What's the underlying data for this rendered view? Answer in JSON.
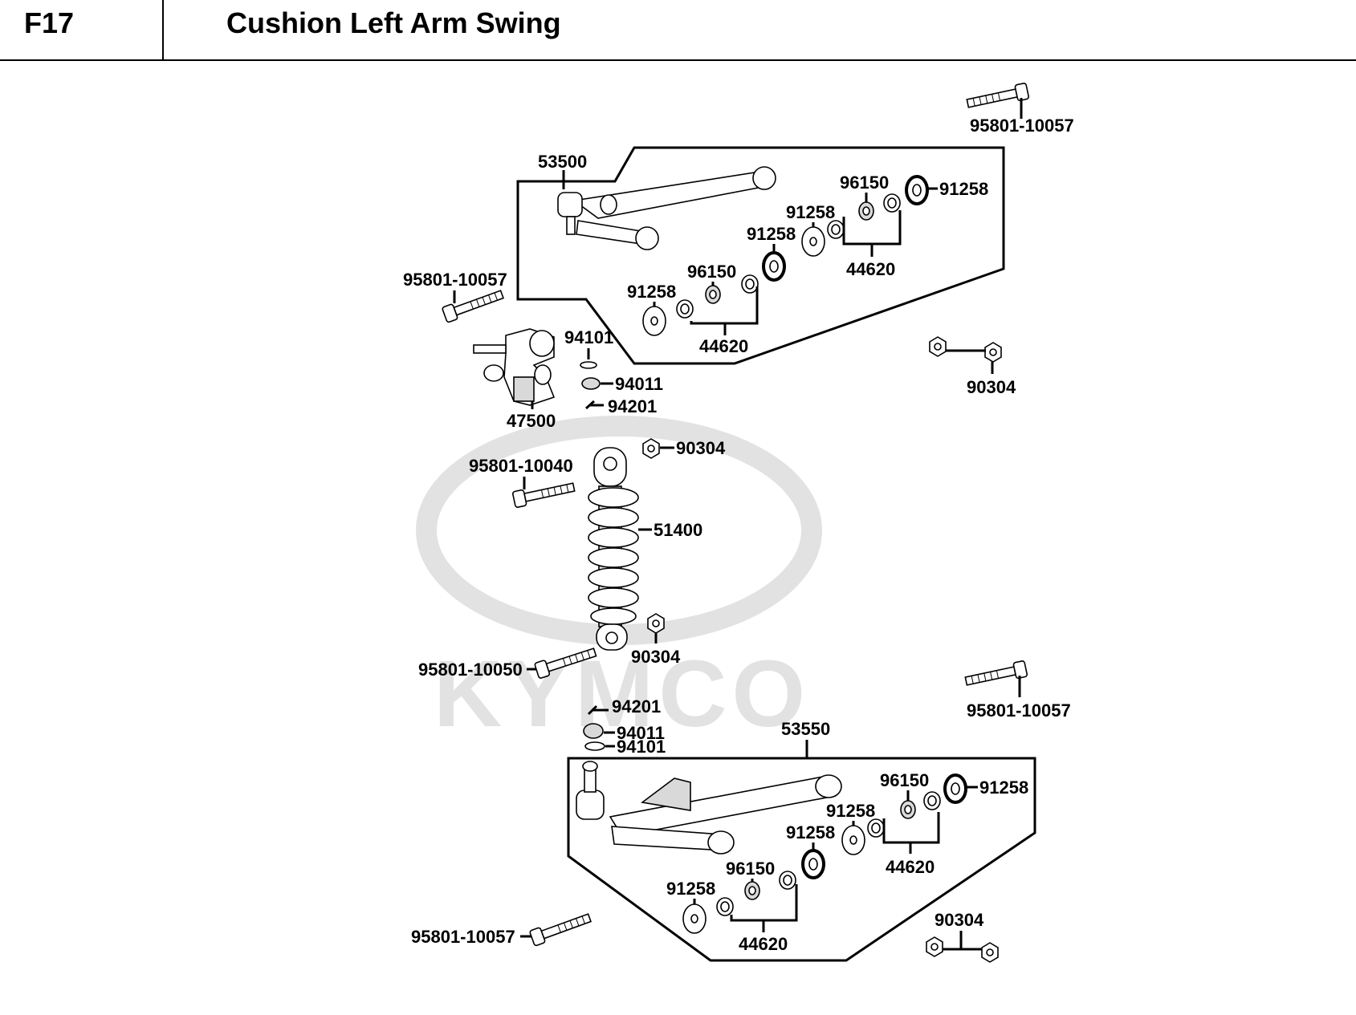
{
  "header": {
    "code": "F17",
    "title": "Cushion  Left Arm Swing"
  },
  "watermark": {
    "text": "KYMCO",
    "color": "#e2e2e2"
  },
  "labels": {
    "bolt_top_right": "95801-10057",
    "arm_upper": "53500",
    "bolt_upper_left": "95801-10057",
    "u_96150_a": "96150",
    "u_91258_a": "91258",
    "u_91258_b": "91258",
    "u_91258_c": "91258",
    "u_44620_a": "44620",
    "u_96150_b": "96150",
    "u_91258_d": "91258",
    "u_44620_b": "44620",
    "nut_upper": "90304",
    "w_94101_a": "94101",
    "n_94011_a": "94011",
    "p_94201_a": "94201",
    "knuckle": "47500",
    "nut_shock_top": "90304",
    "bolt_shock_top": "95801-10040",
    "shock": "51400",
    "nut_shock_bottom": "90304",
    "bolt_shock_bottom": "95801-10050",
    "p_94201_b": "94201",
    "n_94011_b": "94011",
    "w_94101_b": "94101",
    "bolt_lower_right": "95801-10057",
    "arm_lower": "53550",
    "l_96150_a": "96150",
    "l_91258_a": "91258",
    "l_91258_b": "91258",
    "l_91258_c": "91258",
    "l_44620_a": "44620",
    "l_96150_b": "96150",
    "l_91258_d": "91258",
    "l_44620_b": "44620",
    "nut_lower": "90304",
    "bolt_lower_left": "95801-10057"
  }
}
